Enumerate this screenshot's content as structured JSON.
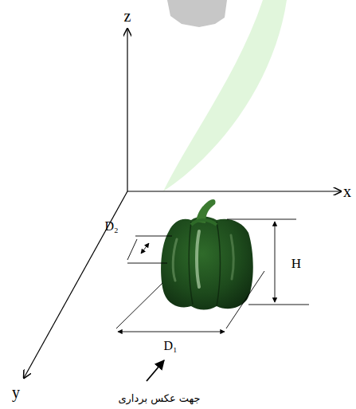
{
  "diagram": {
    "labels": [
      "z",
      "x",
      "y",
      "D₂",
      "H",
      "D₁",
      "جهت عکس برداری"
    ]
  }
}
